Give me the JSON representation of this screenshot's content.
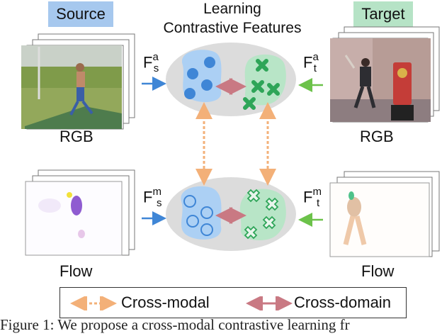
{
  "headers": {
    "source": "Source",
    "target": "Target",
    "title_line1": "Learning",
    "title_line2": "Contrastive Features"
  },
  "labels": {
    "rgb_left": "RGB",
    "rgb_right": "RGB",
    "flow_left": "Flow",
    "flow_right": "Flow"
  },
  "features": {
    "fs_a": {
      "base": "F",
      "sup": "a",
      "sub": "s"
    },
    "ft_a": {
      "base": "F",
      "sup": "a",
      "sub": "t"
    },
    "fs_m": {
      "base": "F",
      "sup": "m",
      "sub": "s"
    },
    "ft_m": {
      "base": "F",
      "sup": "m",
      "sub": "t"
    }
  },
  "legend": {
    "cross_modal": "Cross-modal",
    "cross_domain": "Cross-domain"
  },
  "caption": "Figure 1:  We propose a cross-modal contrastive learning fr",
  "colors": {
    "source_bg": "#a6c8ee",
    "target_bg": "#b6e3c6",
    "source_blue": "#3f86d6",
    "target_green": "#2ea558",
    "cross_modal": "#f3b078",
    "cross_domain": "#c97983",
    "ellipse": "#dcdcdc"
  }
}
